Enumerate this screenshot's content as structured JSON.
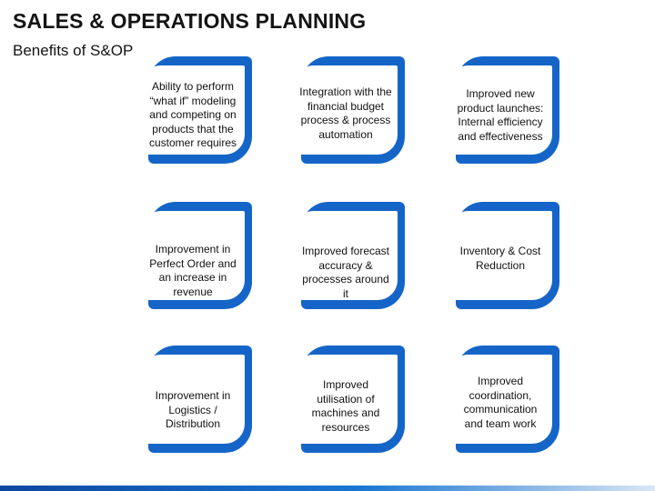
{
  "header": {
    "title": "SALES & OPERATIONS PLANNING",
    "subtitle": "Benefits of S&OP"
  },
  "colors": {
    "accent": "#1565c8",
    "card_face": "#ffffff"
  },
  "cards": [
    {
      "label": "Ability to perform “what if” modeling and competing on products that the customer requires"
    },
    {
      "label": "Integration with the financial budget process & process automation"
    },
    {
      "label": "Improved new product launches: Internal efficiency and effectiveness"
    },
    {
      "label": "Improvement in Perfect Order and an increase in revenue"
    },
    {
      "label": "Improved forecast accuracy  & processes around it"
    },
    {
      "label": "Inventory & Cost Reduction"
    },
    {
      "label": "Improvement in Logistics / Distribution"
    },
    {
      "label": "Improved utilisation of machines and resources"
    },
    {
      "label": "Improved coordination, communication and team work"
    }
  ]
}
